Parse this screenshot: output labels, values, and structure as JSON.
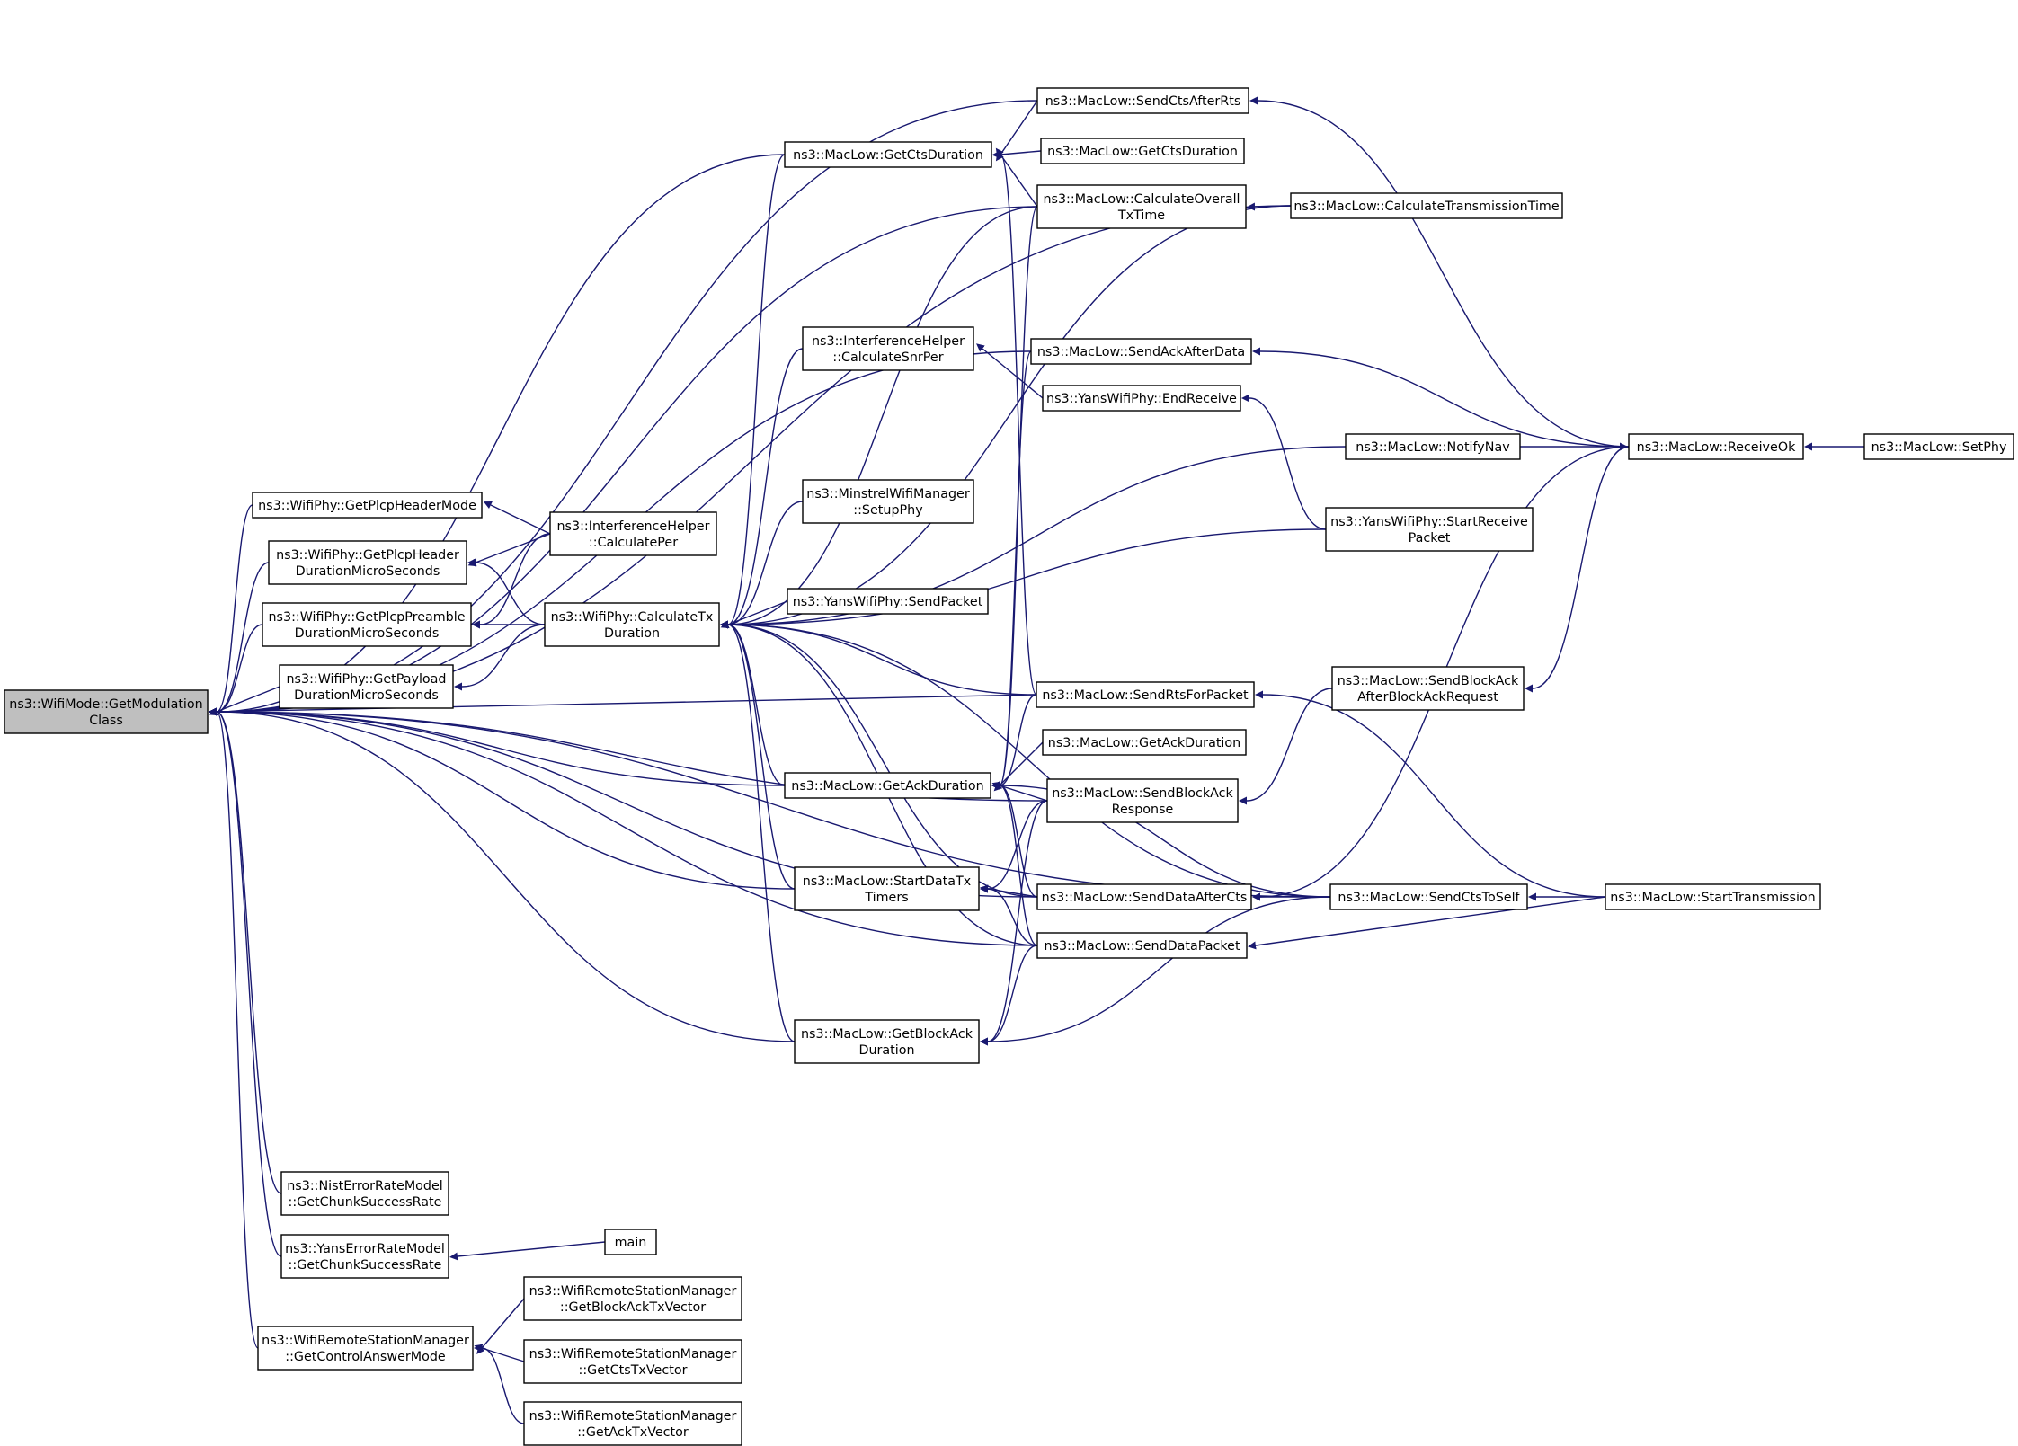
{
  "colors": {
    "edge": "#191970",
    "focus_fill": "#bfbfbf",
    "node_fill": "#ffffff",
    "border": "#000000"
  },
  "nodes": [
    {
      "id": "n0",
      "lines": [
        "ns3::WifiMode::GetModulation",
        "Class"
      ],
      "focus": true
    },
    {
      "id": "n1",
      "lines": [
        "ns3::MacLow::SendCtsAfterRts"
      ]
    },
    {
      "id": "n2",
      "lines": [
        "ns3::MacLow::GetCtsDuration"
      ]
    },
    {
      "id": "n3",
      "lines": [
        "ns3::MacLow::GetCtsDuration"
      ]
    },
    {
      "id": "n4",
      "lines": [
        "ns3::MacLow::CalculateOverall",
        "TxTime"
      ]
    },
    {
      "id": "n5",
      "lines": [
        "ns3::MacLow::CalculateTransmissionTime"
      ]
    },
    {
      "id": "n6",
      "lines": [
        "ns3::InterferenceHelper",
        "::CalculateSnrPer"
      ]
    },
    {
      "id": "n7",
      "lines": [
        "ns3::MacLow::SendAckAfterData"
      ]
    },
    {
      "id": "n8",
      "lines": [
        "ns3::YansWifiPhy::EndReceive"
      ]
    },
    {
      "id": "n9",
      "lines": [
        "ns3::MacLow::NotifyNav"
      ]
    },
    {
      "id": "n10",
      "lines": [
        "ns3::MacLow::ReceiveOk"
      ]
    },
    {
      "id": "n11",
      "lines": [
        "ns3::MacLow::SetPhy"
      ]
    },
    {
      "id": "n12",
      "lines": [
        "ns3::WifiPhy::GetPlcpHeaderMode"
      ]
    },
    {
      "id": "n13",
      "lines": [
        "ns3::InterferenceHelper",
        "::CalculatePer"
      ]
    },
    {
      "id": "n14",
      "lines": [
        "ns3::MinstrelWifiManager",
        "::SetupPhy"
      ]
    },
    {
      "id": "n15",
      "lines": [
        "ns3::YansWifiPhy::StartReceive",
        "Packet"
      ]
    },
    {
      "id": "n16",
      "lines": [
        "ns3::WifiPhy::GetPlcpHeader",
        "DurationMicroSeconds"
      ]
    },
    {
      "id": "n17",
      "lines": [
        "ns3::WifiPhy::GetPlcpPreamble",
        "DurationMicroSeconds"
      ]
    },
    {
      "id": "n18",
      "lines": [
        "ns3::WifiPhy::CalculateTx",
        "Duration"
      ]
    },
    {
      "id": "n19",
      "lines": [
        "ns3::YansWifiPhy::SendPacket"
      ]
    },
    {
      "id": "n20",
      "lines": [
        "ns3::WifiPhy::GetPayload",
        "DurationMicroSeconds"
      ]
    },
    {
      "id": "n21",
      "lines": [
        "ns3::MacLow::SendRtsForPacket"
      ]
    },
    {
      "id": "n22",
      "lines": [
        "ns3::MacLow::SendBlockAck",
        "AfterBlockAckRequest"
      ]
    },
    {
      "id": "n23",
      "lines": [
        "ns3::MacLow::GetAckDuration"
      ]
    },
    {
      "id": "n24",
      "lines": [
        "ns3::MacLow::GetAckDuration"
      ]
    },
    {
      "id": "n25",
      "lines": [
        "ns3::MacLow::SendBlockAck",
        "Response"
      ]
    },
    {
      "id": "n26",
      "lines": [
        "ns3::MacLow::StartDataTx",
        "Timers"
      ]
    },
    {
      "id": "n27",
      "lines": [
        "ns3::MacLow::SendDataAfterCts"
      ]
    },
    {
      "id": "n28",
      "lines": [
        "ns3::MacLow::SendCtsToSelf"
      ]
    },
    {
      "id": "n29",
      "lines": [
        "ns3::MacLow::StartTransmission"
      ]
    },
    {
      "id": "n30",
      "lines": [
        "ns3::MacLow::SendDataPacket"
      ]
    },
    {
      "id": "n31",
      "lines": [
        "ns3::MacLow::GetBlockAck",
        "Duration"
      ]
    },
    {
      "id": "n32",
      "lines": [
        "ns3::NistErrorRateModel",
        "::GetChunkSuccessRate"
      ]
    },
    {
      "id": "n33",
      "lines": [
        "ns3::YansErrorRateModel",
        "::GetChunkSuccessRate"
      ]
    },
    {
      "id": "n34",
      "lines": [
        "main"
      ]
    },
    {
      "id": "n35",
      "lines": [
        "ns3::WifiRemoteStationManager",
        "::GetBlockAckTxVector"
      ]
    },
    {
      "id": "n36",
      "lines": [
        "ns3::WifiRemoteStationManager",
        "::GetControlAnswerMode"
      ]
    },
    {
      "id": "n37",
      "lines": [
        "ns3::WifiRemoteStationManager",
        "::GetCtsTxVector"
      ]
    },
    {
      "id": "n38",
      "lines": [
        "ns3::WifiRemoteStationManager",
        "::GetAckTxVector"
      ]
    }
  ],
  "edges": [
    [
      "n1",
      "n0"
    ],
    [
      "n2",
      "n0"
    ],
    [
      "n4",
      "n0"
    ],
    [
      "n5",
      "n0"
    ],
    [
      "n7",
      "n0"
    ],
    [
      "n12",
      "n0"
    ],
    [
      "n16",
      "n0"
    ],
    [
      "n17",
      "n0"
    ],
    [
      "n20",
      "n0"
    ],
    [
      "n21",
      "n0"
    ],
    [
      "n23",
      "n0"
    ],
    [
      "n25",
      "n0"
    ],
    [
      "n26",
      "n0"
    ],
    [
      "n27",
      "n0"
    ],
    [
      "n30",
      "n0"
    ],
    [
      "n31",
      "n0"
    ],
    [
      "n28",
      "n0"
    ],
    [
      "n32",
      "n0"
    ],
    [
      "n33",
      "n0"
    ],
    [
      "n36",
      "n0"
    ],
    [
      "n1",
      "n2"
    ],
    [
      "n3",
      "n2"
    ],
    [
      "n4",
      "n2"
    ],
    [
      "n21",
      "n2"
    ],
    [
      "n5",
      "n4"
    ],
    [
      "n10",
      "n1"
    ],
    [
      "n10",
      "n7"
    ],
    [
      "n8",
      "n6"
    ],
    [
      "n15",
      "n8"
    ],
    [
      "n9",
      "n10"
    ],
    [
      "n11",
      "n10"
    ],
    [
      "n13",
      "n12"
    ],
    [
      "n13",
      "n16"
    ],
    [
      "n18",
      "n16"
    ],
    [
      "n18",
      "n17"
    ],
    [
      "n18",
      "n20"
    ],
    [
      "n13",
      "n17"
    ],
    [
      "n6",
      "n18"
    ],
    [
      "n14",
      "n18"
    ],
    [
      "n15",
      "n18"
    ],
    [
      "n19",
      "n18"
    ],
    [
      "n9",
      "n18"
    ],
    [
      "n4",
      "n18"
    ],
    [
      "n5",
      "n18"
    ],
    [
      "n2",
      "n18"
    ],
    [
      "n21",
      "n18"
    ],
    [
      "n23",
      "n18"
    ],
    [
      "n26",
      "n18"
    ],
    [
      "n31",
      "n18"
    ],
    [
      "n27",
      "n18"
    ],
    [
      "n30",
      "n18"
    ],
    [
      "n28",
      "n18"
    ],
    [
      "n22",
      "n25"
    ],
    [
      "n10",
      "n22"
    ],
    [
      "n10",
      "n27"
    ],
    [
      "n21",
      "n23"
    ],
    [
      "n24",
      "n23"
    ],
    [
      "n25",
      "n23"
    ],
    [
      "n27",
      "n23"
    ],
    [
      "n28",
      "n23"
    ],
    [
      "n30",
      "n23"
    ],
    [
      "n7",
      "n23"
    ],
    [
      "n4",
      "n23"
    ],
    [
      "n25",
      "n26"
    ],
    [
      "n27",
      "n26"
    ],
    [
      "n30",
      "n26"
    ],
    [
      "n28",
      "n27"
    ],
    [
      "n29",
      "n28"
    ],
    [
      "n29",
      "n21"
    ],
    [
      "n29",
      "n30"
    ],
    [
      "n28",
      "n31"
    ],
    [
      "n30",
      "n31"
    ],
    [
      "n25",
      "n31"
    ],
    [
      "n34",
      "n33"
    ],
    [
      "n35",
      "n36"
    ],
    [
      "n37",
      "n36"
    ],
    [
      "n38",
      "n36"
    ]
  ]
}
